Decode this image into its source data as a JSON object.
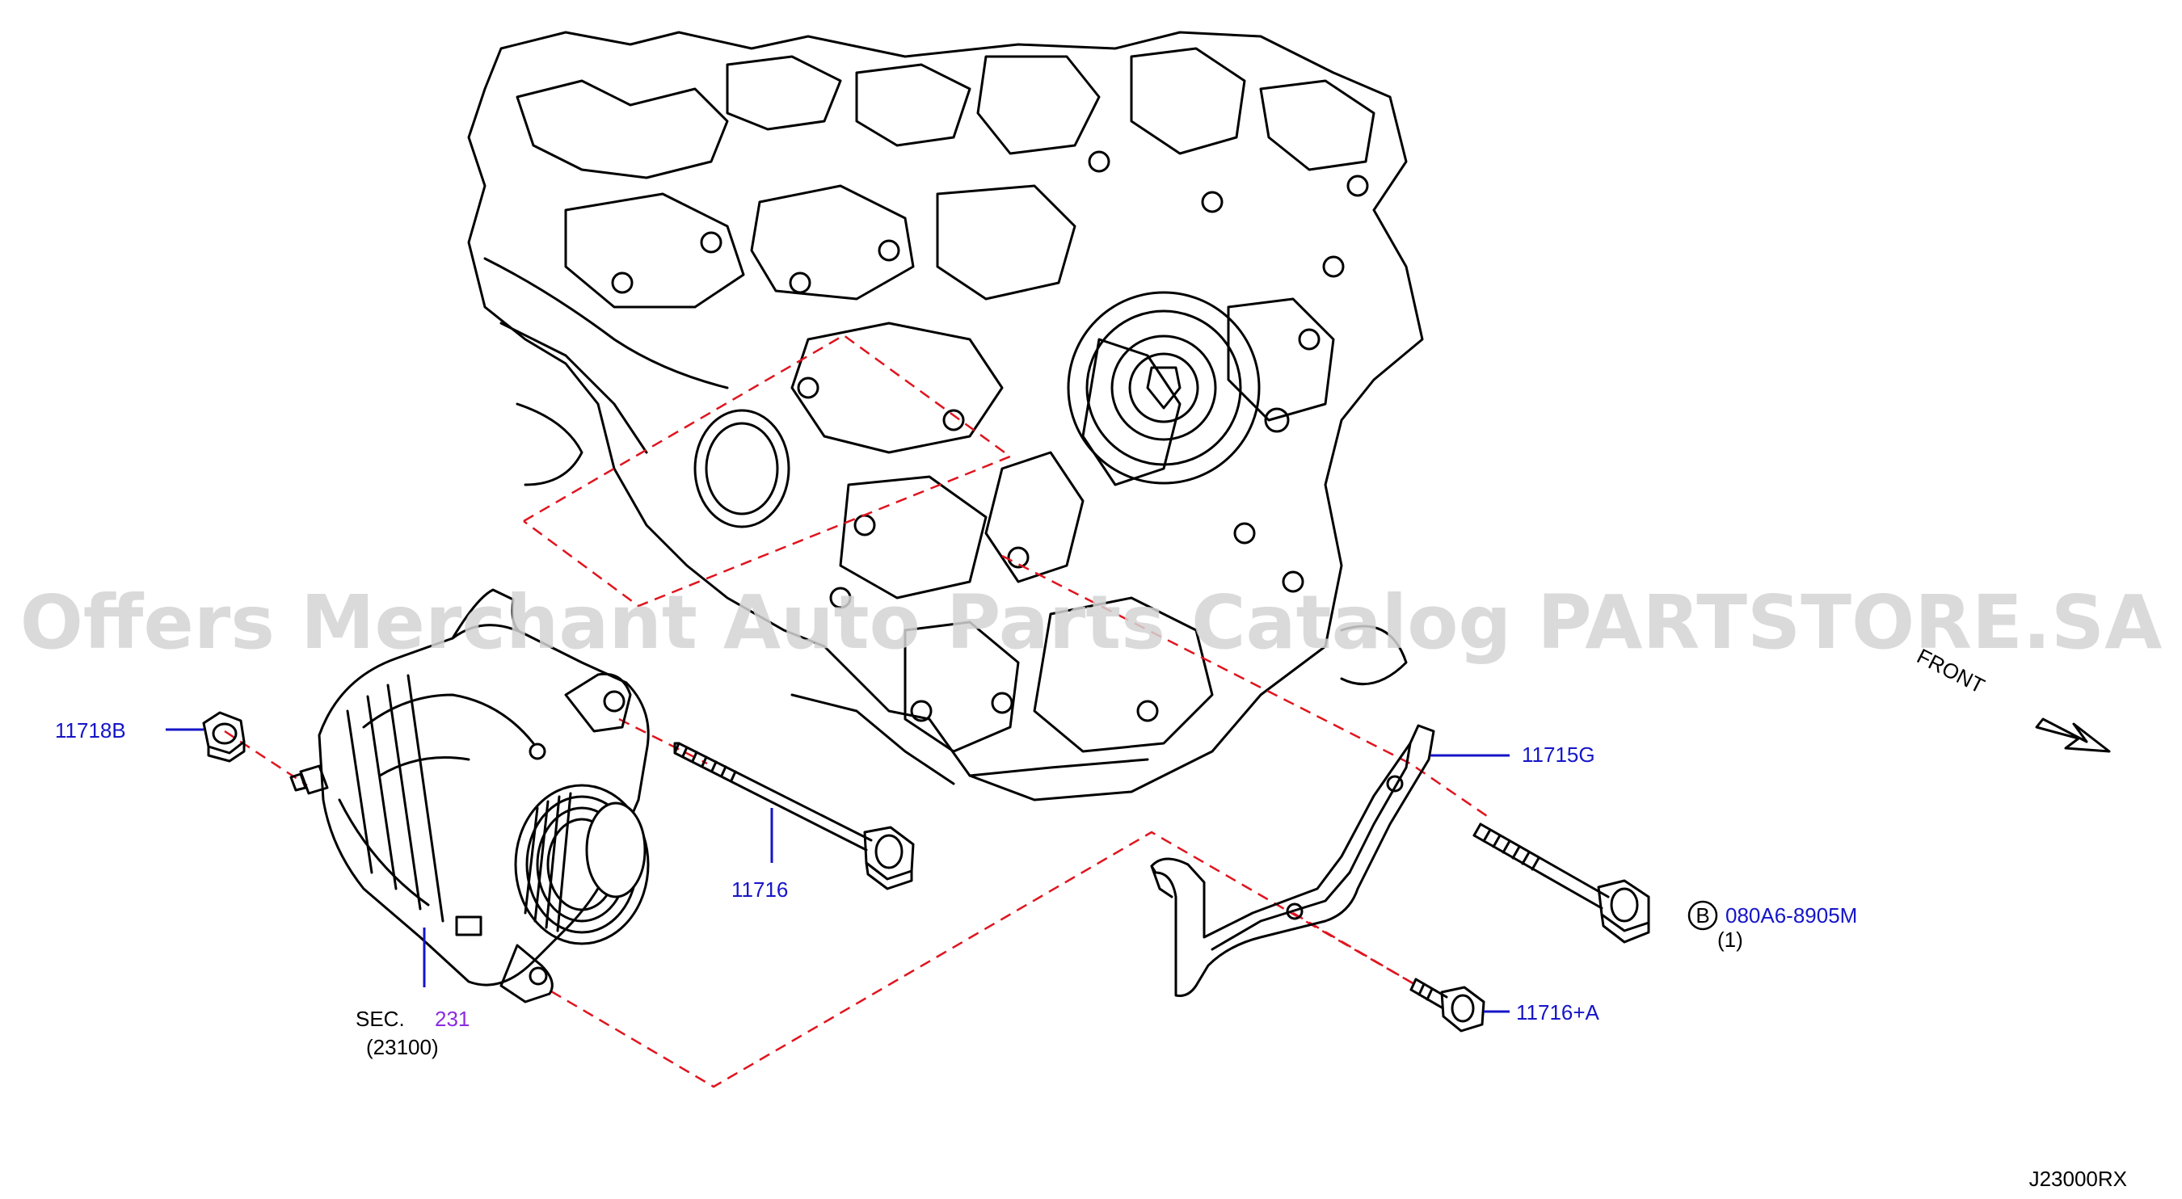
{
  "watermark": "Offers Merchant Auto Parts Catalog PARTSTORE.SA",
  "diagram_code": "J23000RX",
  "direction": {
    "label": "FRONT"
  },
  "callouts": {
    "nut": "11718B",
    "bracket": "11715G",
    "long_bolt": "11716",
    "bolt_b": "080A6-8905M",
    "bolt_b_qty": "(1)",
    "bolt_b_marker": "B",
    "small_bolt": "11716+A",
    "section_prefix": "SEC.",
    "section_number": "231",
    "section_ref": "(23100)"
  },
  "colors": {
    "line_art": "#000000",
    "callout_text": "#1515c8",
    "section_link": "#8a2be2",
    "dashed_guide": "#e0141e",
    "watermark": "#d4d4d4",
    "background": "#ffffff"
  }
}
